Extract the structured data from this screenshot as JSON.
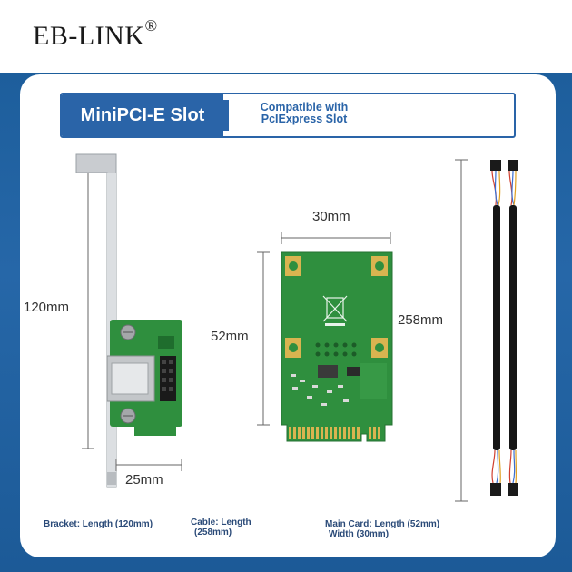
{
  "brand": {
    "name": "EB-LINK",
    "registered_mark": "®"
  },
  "slot_banner": {
    "title": "MiniPCI-E Slot",
    "compatible_line1": "Compatible with",
    "compatible_line2": "PcIExpress Slot"
  },
  "dimensions": {
    "bracket_height": "120mm",
    "bracket_width": "25mm",
    "card_width": "30mm",
    "card_height": "52mm",
    "cable_length": "258mm"
  },
  "captions": {
    "bracket": "Bracket: Length (120mm)",
    "cable_line1": "Cable: Length",
    "cable_line2": "(258mm)",
    "main_card_line1": "Main Card: Length (52mm)",
    "main_card_line2": "Width (30mm)"
  },
  "colors": {
    "brand_blue": "#2a64a8",
    "pcb_green": "#2f8f3e",
    "gold_pad": "#d9b450"
  }
}
